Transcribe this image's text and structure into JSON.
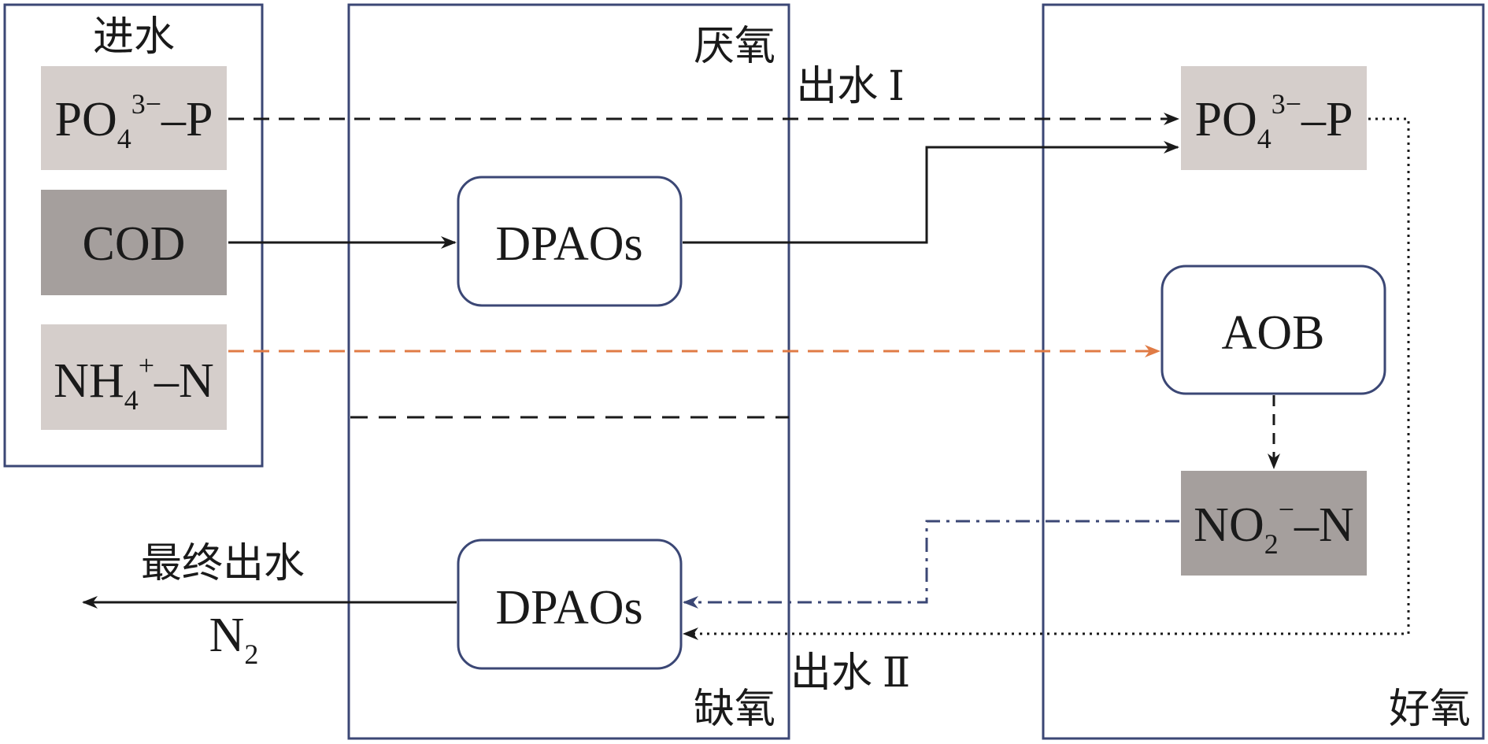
{
  "colors": {
    "frame": "#3b4775",
    "light_box": "#d5cecb",
    "dark_box": "#a59f9d",
    "ammonia_arrow": "#e07b45",
    "nitrite_arrow": "#3b4775",
    "line": "#1a1a1a"
  },
  "influent": {
    "title": "进水",
    "po4": {
      "base": "PO",
      "sub": "4",
      "sup": "3−",
      "tail": "–P"
    },
    "cod": "COD",
    "nh4": {
      "base": "NH",
      "sub": "4",
      "sup": "+",
      "tail": "–N"
    }
  },
  "anaerobic": {
    "title": "厌氧",
    "organism": "DPAOs"
  },
  "anoxic": {
    "title": "缺氧",
    "organism": "DPAOs"
  },
  "aerobic": {
    "title": "好氧",
    "po4": {
      "base": "PO",
      "sub": "4",
      "sup": "3−",
      "tail": "–P"
    },
    "aob": "AOB",
    "no2": {
      "base": "NO",
      "sub": "2",
      "sup": "−",
      "tail": "–N"
    }
  },
  "labels": {
    "effluent_1": "出水 Ⅰ",
    "effluent_2": "出水 Ⅱ",
    "final_effluent": "最终出水",
    "n2": {
      "base": "N",
      "sub": "2"
    }
  }
}
